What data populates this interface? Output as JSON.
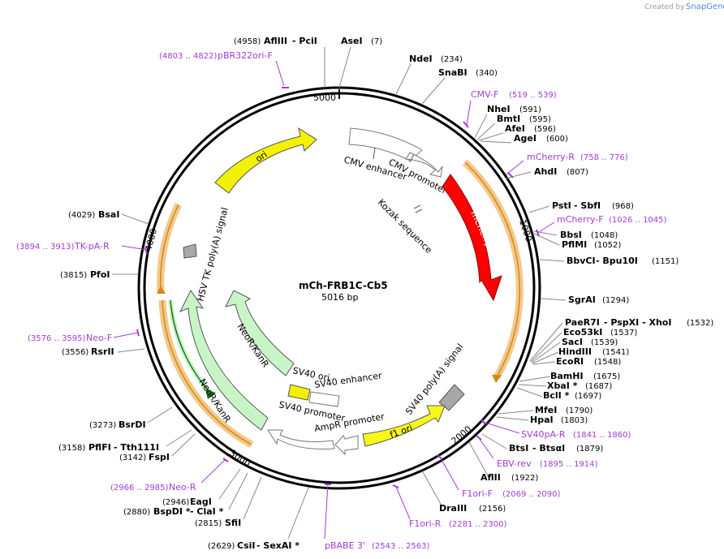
{
  "credit": {
    "created_by": "Created by",
    "brand": "SnapGene"
  },
  "plasmid": {
    "name": "mCh-FRB1C-Cb5",
    "size": "5016 bp"
  },
  "ticks": {
    "t5000": "5000",
    "t1000": "1000",
    "t2000": "2000",
    "t3000": "3000",
    "t4000": "4000"
  },
  "sites": [
    {
      "name": "AflIII",
      "extra": " - PciI",
      "pos": "(4958)",
      "lead": "(4958)"
    },
    {
      "name": "AseI",
      "pos": "(7)"
    },
    {
      "name": "NdeI",
      "pos": "(234)"
    },
    {
      "name": "SnaBI",
      "pos": "(340)"
    },
    {
      "name": "NheI",
      "pos": "(591)"
    },
    {
      "name": "BmtI",
      "pos": "(595)"
    },
    {
      "name": "AfeI",
      "pos": "(596)"
    },
    {
      "name": "AgeI",
      "pos": "(600)"
    },
    {
      "name": "AhdI",
      "pos": "(807)"
    },
    {
      "name": "PstI",
      "extra": " - SbfI",
      "pos": "(968)"
    },
    {
      "name": "BbsI",
      "pos": "(1048)"
    },
    {
      "name": "PflMI",
      "pos": "(1052)"
    },
    {
      "name": "BbvCI",
      "extra": " - Bpu10I",
      "pos": "(1151)"
    },
    {
      "name": "SgrAI",
      "pos": "(1294)"
    },
    {
      "name": "PaeR7I",
      "extra": " - PspXI - XhoI",
      "pos": "(1532)"
    },
    {
      "name": "Eco53kI",
      "pos": "(1537)"
    },
    {
      "name": "SacI",
      "pos": "(1539)"
    },
    {
      "name": "HindIII",
      "pos": "(1541)"
    },
    {
      "name": "EcoRI",
      "pos": "(1548)"
    },
    {
      "name": "BamHI",
      "pos": "(1675)"
    },
    {
      "name": "XbaI *",
      "pos": "(1687)"
    },
    {
      "name": "BclI *",
      "pos": "(1697)"
    },
    {
      "name": "MfeI",
      "pos": "(1790)"
    },
    {
      "name": "HpaI",
      "pos": "(1803)"
    },
    {
      "name": "BtsI",
      "extra": " - BtsαI",
      "pos": "(1879)"
    },
    {
      "name": "AflII",
      "pos": "(1922)"
    },
    {
      "name": "DraIII",
      "pos": "(2156)"
    },
    {
      "name": "CsiI",
      "extra": " - SexAI *",
      "pos": "(2629)"
    },
    {
      "name": "SfiI",
      "pos": "(2815)"
    },
    {
      "name": "BspDI *",
      "extra": " - ClaI *",
      "pos": "(2880)"
    },
    {
      "name": "EagI",
      "pos": "(2946)"
    },
    {
      "name": "FspI",
      "pos": "(3142)"
    },
    {
      "name": "PflFI",
      "extra": " - Tth111I",
      "pos": "(3158)"
    },
    {
      "name": "BsrDI",
      "pos": "(3273)"
    },
    {
      "name": "RsrII",
      "pos": "(3556)"
    },
    {
      "name": "PfoI",
      "pos": "(3815)"
    },
    {
      "name": "BsaI",
      "pos": "(4029)"
    }
  ],
  "primers": [
    {
      "name": "pBR322ori-F",
      "range": "(4803 .. 4822)"
    },
    {
      "name": "CMV-F",
      "range": "(519 .. 539)"
    },
    {
      "name": "mCherry-R",
      "range": "(758 .. 776)"
    },
    {
      "name": "mCherry-F",
      "range": "(1026 .. 1045)"
    },
    {
      "name": "SV40pA-R",
      "range": "(1841 .. 1860)"
    },
    {
      "name": "EBV-rev",
      "range": "(1895 .. 1914)"
    },
    {
      "name": "F1ori-F",
      "range": "(2069 .. 2090)"
    },
    {
      "name": "F1ori-R",
      "range": "(2281 .. 2300)"
    },
    {
      "name": "pBABE 3'",
      "range": "(2543 .. 2563)"
    },
    {
      "name": "Neo-R",
      "range": "(2966 .. 2985)"
    },
    {
      "name": "Neo-F",
      "range": "(3576 .. 3595)"
    },
    {
      "name": "TK-pA-R",
      "range": "(3894 .. 3913)"
    }
  ],
  "features": {
    "ori": "ori",
    "cmv_enhancer": "CMV enhancer",
    "cmv_promoter": "CMV promoter",
    "kozak": "Kozak sequence",
    "mcherry": "mCherry",
    "sv40_polya": "SV40 poly(A) signal",
    "f1_ori": "f1 ori",
    "ampr_promoter": "AmpR promoter",
    "sv40_promoter": "SV40 promoter",
    "sv40_ori": "SV40 ori",
    "sv40_enhancer": "SV40 enhancer",
    "neokan_inner": "NeoR/KanR",
    "neokan_outer": "NeoR/KanR",
    "hsv_tk": "HSV TK poly(A) signal"
  },
  "colors": {
    "ori": "#f2f200",
    "mcherry": "#ff0000",
    "neokan": "#c8f5c8",
    "primer": "#a23cd6",
    "orange_band": "#f4c88a",
    "polya_gray": "#a8a8a8",
    "f1_yellow": "#f7f71a"
  }
}
